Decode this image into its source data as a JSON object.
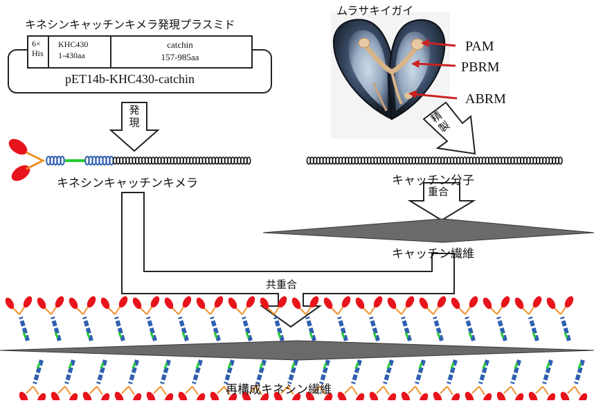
{
  "plasmid": {
    "title": "キネシンキャッチンキメラ発現プラスミド",
    "tag_line1": "6×",
    "tag_line2": "His",
    "khc_line1": "KHC430",
    "khc_line2": "1-430aa",
    "catchin_line1": "catchin",
    "catchin_line2": "157-985aa",
    "vector_name": "pET14b-KHC430-catchin"
  },
  "mussel": {
    "title": "ムラサキイガイ",
    "labels": [
      "PAM",
      "PBRM",
      "ABRM"
    ]
  },
  "arrows": {
    "express": "発現",
    "purify": "精製",
    "polymerize": "重合",
    "copolymerize": "共重合"
  },
  "products": {
    "chimera": "キネシンキャッチンキメラ",
    "catchin_molecule": "キャッチン分子",
    "catchin_fiber": "キャッチン繊維",
    "reconstituted_fiber": "再構成キネシン繊維"
  },
  "colors": {
    "kinesin_head": "#e8141c",
    "neck": "#f0902a",
    "coiled_coil": "#2f5fb0",
    "linker": "#22cc33",
    "fiber": "#6a6a6a",
    "pointer_arrow": "#cc2222"
  }
}
